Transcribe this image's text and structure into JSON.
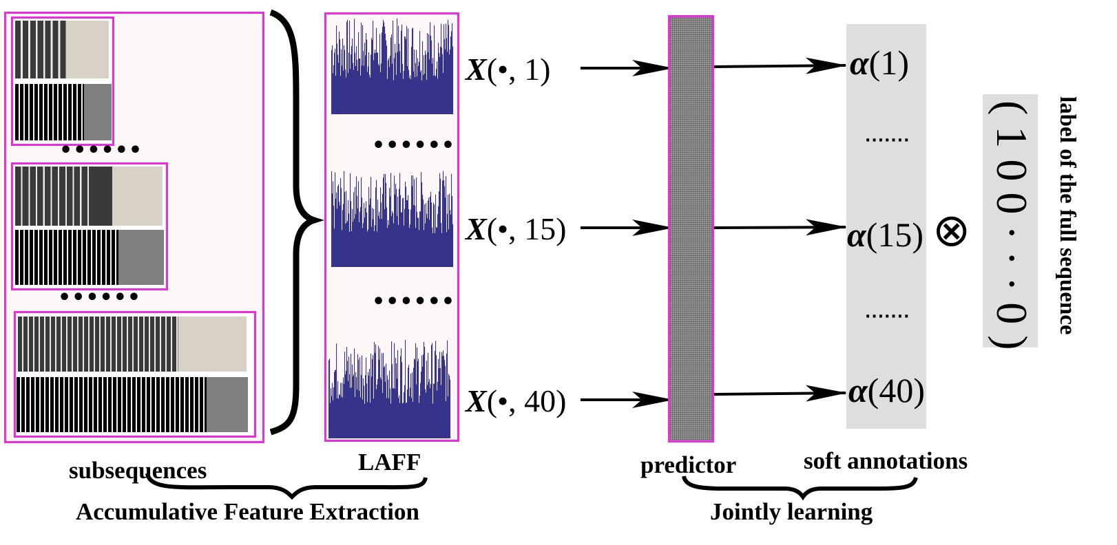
{
  "features": [
    {
      "label": "X",
      "arg": "(•, 1)"
    },
    {
      "label": "X",
      "arg": "(•, 15)"
    },
    {
      "label": "X",
      "arg": "(•, 40)"
    }
  ],
  "alphas": [
    {
      "symbol": "α",
      "arg": "(1)"
    },
    {
      "symbol": "α",
      "arg": "(15)"
    },
    {
      "symbol": "α",
      "arg": "(40)"
    }
  ],
  "dots": {
    "subseq_1": "••••••",
    "subseq_2": "••••••",
    "laff_1": "••••••",
    "laff_2": "••••••",
    "alpha_1": "·······",
    "alpha_2": "·······"
  },
  "otimes": "⊗",
  "full_label_tuple": "( 1 0 0 · · · 0 )",
  "labels": {
    "subsequences": "subsequences",
    "laff": "LAFF",
    "predictor": "predictor",
    "soft_annotations": "soft annotations",
    "accumulative": "Accumulative Feature Extraction",
    "jointly": "Jointly learning",
    "full_sequence": "label of the full sequence"
  },
  "colors": {
    "frame": "#e82ee0",
    "bars": "#36348a",
    "soft_bg": "#dedede"
  }
}
